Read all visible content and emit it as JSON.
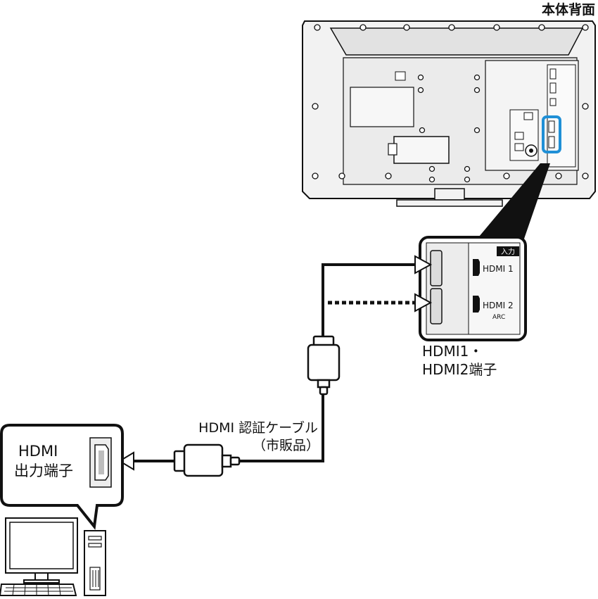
{
  "tv": {
    "caption": "本体背面"
  },
  "port_panel": {
    "input_tag": "入力",
    "port1_label": "HDMI 1",
    "port2_label": "HDMI 2",
    "port2_sub": "ARC"
  },
  "terminal_caption": {
    "line1": "HDMI1・",
    "line2": "HDMI2端子"
  },
  "cable_caption": {
    "line1": "HDMI 認証ケーブル",
    "line2": "（市販品）"
  },
  "pc_bubble": {
    "line1": "HDMI",
    "line2": "出力端子"
  },
  "colors": {
    "line": "#111111",
    "highlight": "#1f8fd6",
    "tv_body": "#f2f2f2",
    "tv_inner": "#e4e4e4"
  }
}
